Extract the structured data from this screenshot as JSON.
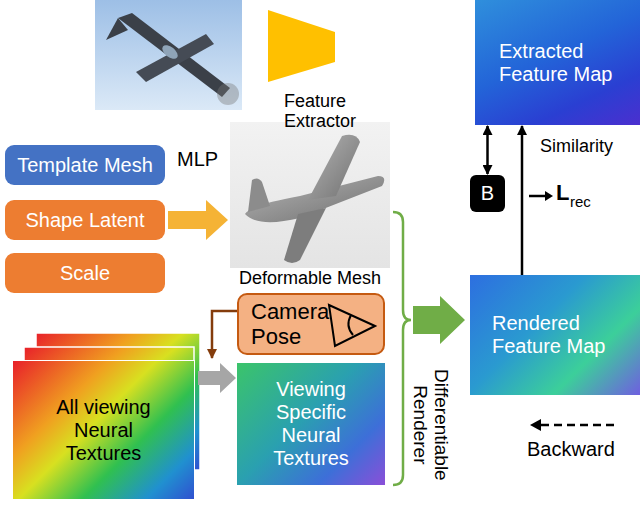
{
  "diagram": {
    "nodes": [
      {
        "text": [
          "Feature Extractor"
        ]
      },
      {
        "text": [
          "Extracted Feature Map"
        ]
      },
      {
        "text": [
          "Template Mesh"
        ]
      },
      {
        "text": [
          "Shape Latent"
        ]
      },
      {
        "text": [
          "Scale"
        ]
      },
      {
        "text": [
          "Deformable Mesh"
        ]
      },
      {
        "text": [
          "B"
        ]
      },
      {
        "text": [
          "Camera Pose"
        ]
      },
      {
        "text": [
          "Rendered Feature Map"
        ]
      },
      {
        "text": [
          "All viewing Neural Textures"
        ]
      },
      {
        "text": [
          "Viewing Specific Neural Textures"
        ]
      }
    ],
    "edges": [
      {
        "from": 3,
        "to": 5,
        "label": "MLP",
        "arrow": "to"
      },
      {
        "from": 6,
        "to": 1,
        "arrow": "both"
      },
      {
        "from": 8,
        "to": 1,
        "arrow": "to"
      },
      {
        "from": 7,
        "to": 10,
        "arrow": "to"
      },
      {
        "from": 9,
        "to": 10,
        "arrow": "to"
      }
    ],
    "labels": [
      "Similarity",
      "L",
      "rec",
      "Differentiable Renderer"
    ],
    "legend": [
      {
        "text": "Backward"
      }
    ]
  }
}
